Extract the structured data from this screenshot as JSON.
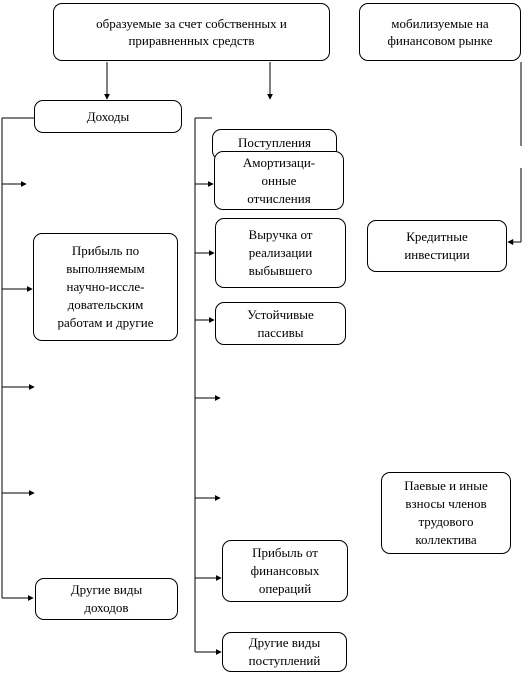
{
  "diagram": {
    "source_own": "образуемые за счет собственных  и\nприравненных средств",
    "source_market": "мобилизуемые на\nфинансовом рынке",
    "income": "Доходы",
    "receipts": "Поступления",
    "depreciation": "Амортизаци-\nонные\nотчисления",
    "disposal_revenue": "Выручка от\nреализации\nвыбывшего",
    "stable_liabilities": "Устойчивые\nпассивы",
    "research_profit": "Прибыль по\nвыполняемым\nнаучно-иссле-\nдовательским\nработам и другие",
    "credit_investments": "Кредитные\nинвестиции",
    "share_contributions": "Паевые и иные\nвзносы членов\nтрудового\nколлектива",
    "financial_profit": "Прибыль от\nфинансовых\nопераций",
    "other_income": "Другие виды\nдоходов",
    "other_receipts": "Другие виды\nпоступлений"
  }
}
